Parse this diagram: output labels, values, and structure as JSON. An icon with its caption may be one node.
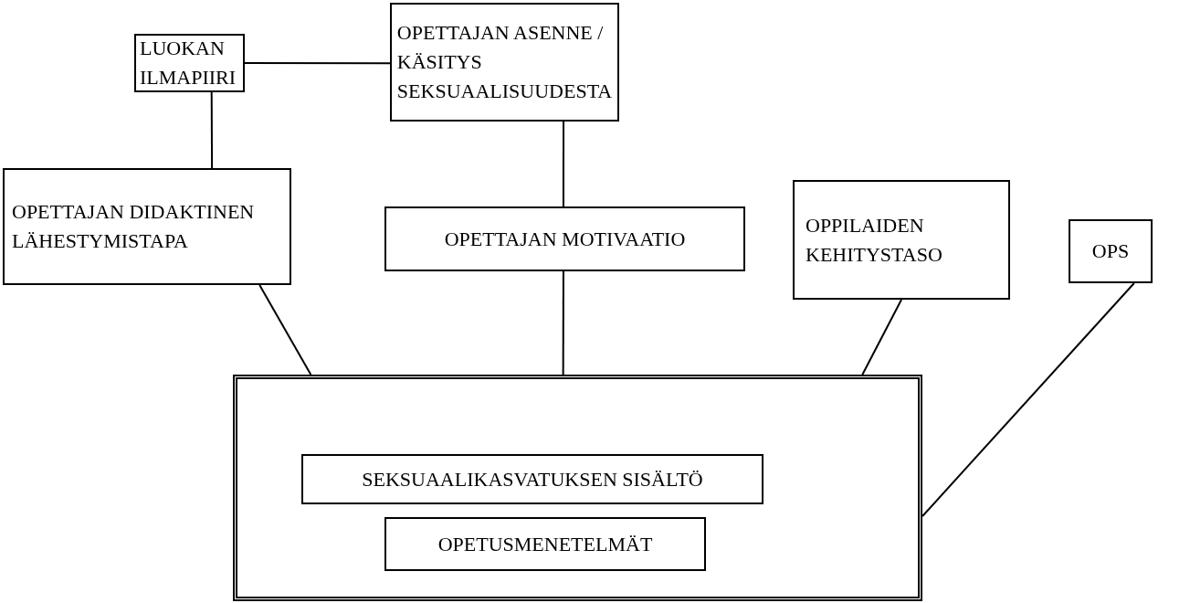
{
  "diagram": {
    "nodes": [
      {
        "text": [
          "LUOKAN ILMAPIIRI"
        ]
      },
      {
        "text": [
          "OPETTAJAN ASENNE / KÄSITYS SEKSUAALISUUDESTA"
        ]
      },
      {
        "text": [
          "OPETTAJAN DIDAKTINEN LÄHESTYMISTAPA"
        ]
      },
      {
        "text": [
          "OPETTAJAN MOTIVAATIO"
        ]
      },
      {
        "text": [
          "OPPILAIDEN KEHITYSTASO"
        ]
      },
      {
        "text": [
          "OPS"
        ]
      },
      {
        "text": [],
        "shape": "box"
      },
      {
        "text": [
          "SEKSUAALIKASVATUKSEN SISÄLTÖ"
        ],
        "in": 6
      },
      {
        "text": [
          "OPETUSMENETELMÄT"
        ],
        "in": 6
      }
    ],
    "edges": [
      {
        "from": 0,
        "to": 1,
        "arrow": "none"
      },
      {
        "from": 0,
        "to": 2,
        "arrow": "none"
      },
      {
        "from": 1,
        "to": 3,
        "arrow": "none"
      },
      {
        "from": 2,
        "to": 6,
        "arrow": "none"
      },
      {
        "from": 3,
        "to": 6,
        "arrow": "none"
      },
      {
        "from": 4,
        "to": 6,
        "arrow": "none"
      },
      {
        "from": 5,
        "to": 6,
        "arrow": "none"
      }
    ]
  }
}
